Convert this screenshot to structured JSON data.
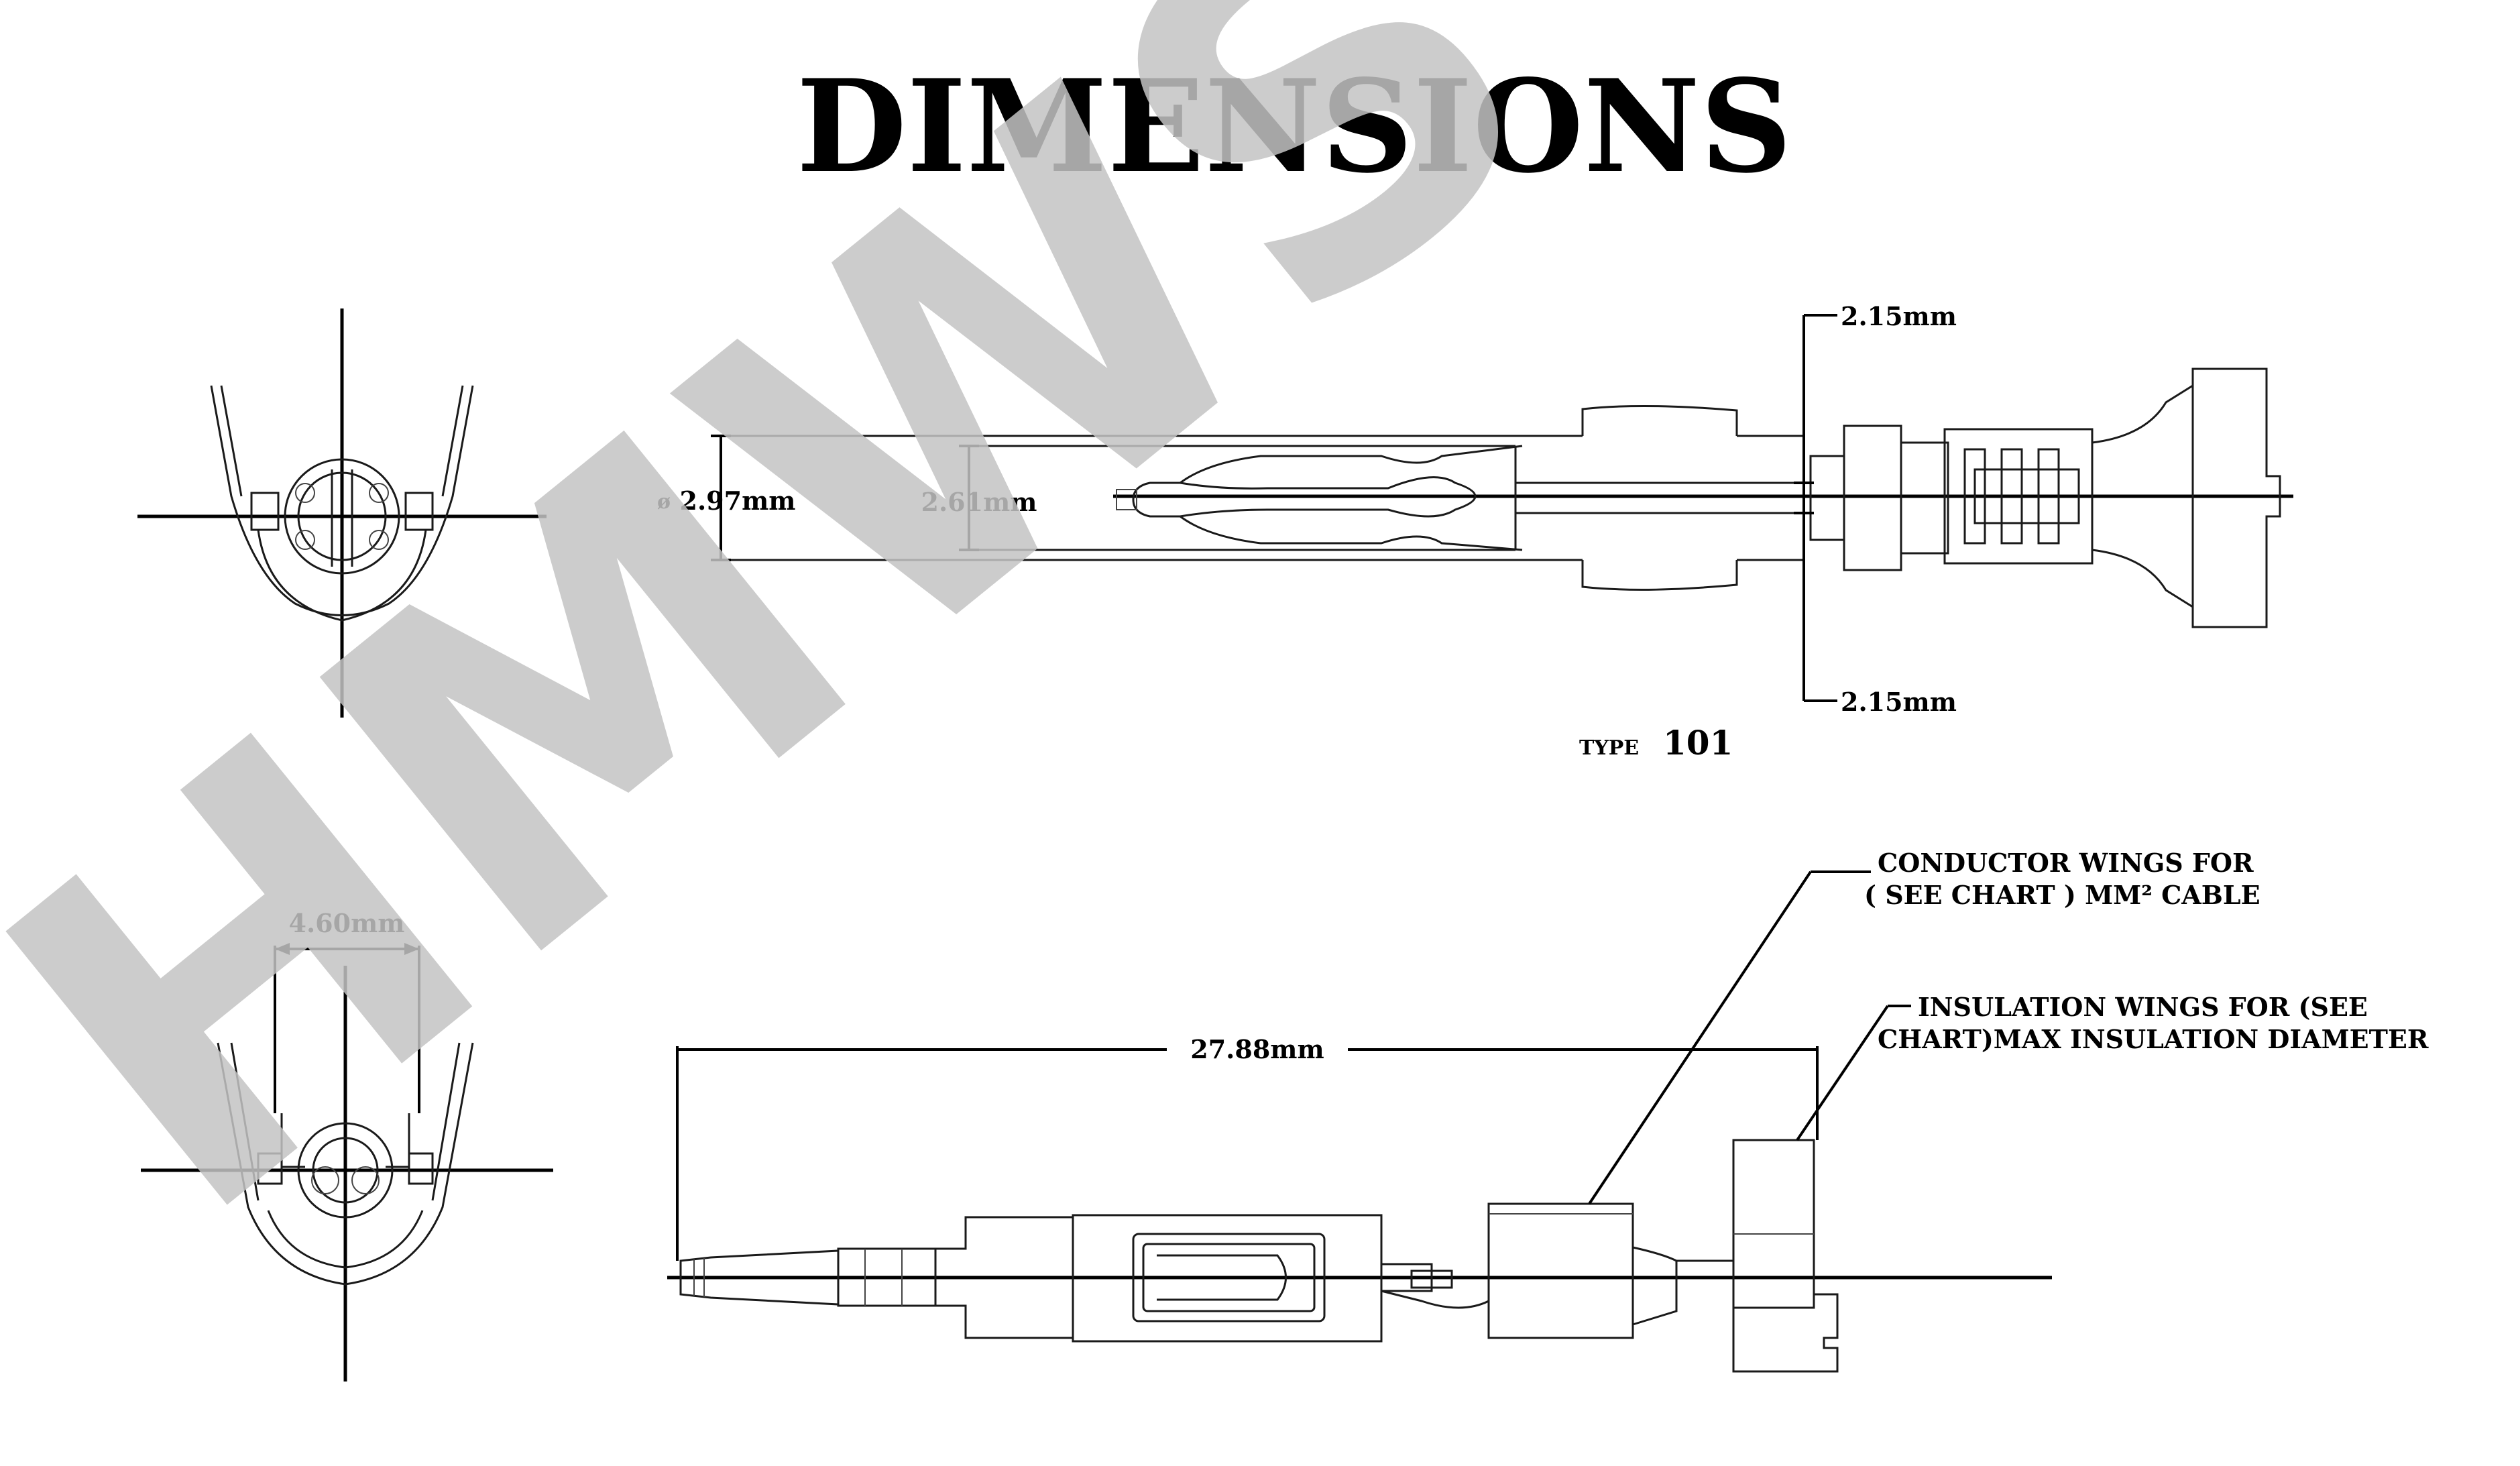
{
  "title": "DIMENSIONS",
  "watermark": "HMWS",
  "type_label": {
    "prefix": "TYPE",
    "number": "101"
  },
  "dimensions": {
    "outer_diameter": "2.97mm",
    "outer_diameter_symbol": "ø",
    "inner": "2.61mm",
    "upper_offset": "2.15mm",
    "lower_offset": "2.15mm",
    "wing_span": "4.60mm",
    "overall_length": "27.88mm"
  },
  "callouts": {
    "conductor_line1": "CONDUCTOR WINGS FOR",
    "conductor_line2": "( SEE CHART ) MM² CABLE",
    "insulation_line1": "INSULATION WINGS FOR (SEE",
    "insulation_line2": "CHART)MAX INSULATION DIAMETER"
  }
}
